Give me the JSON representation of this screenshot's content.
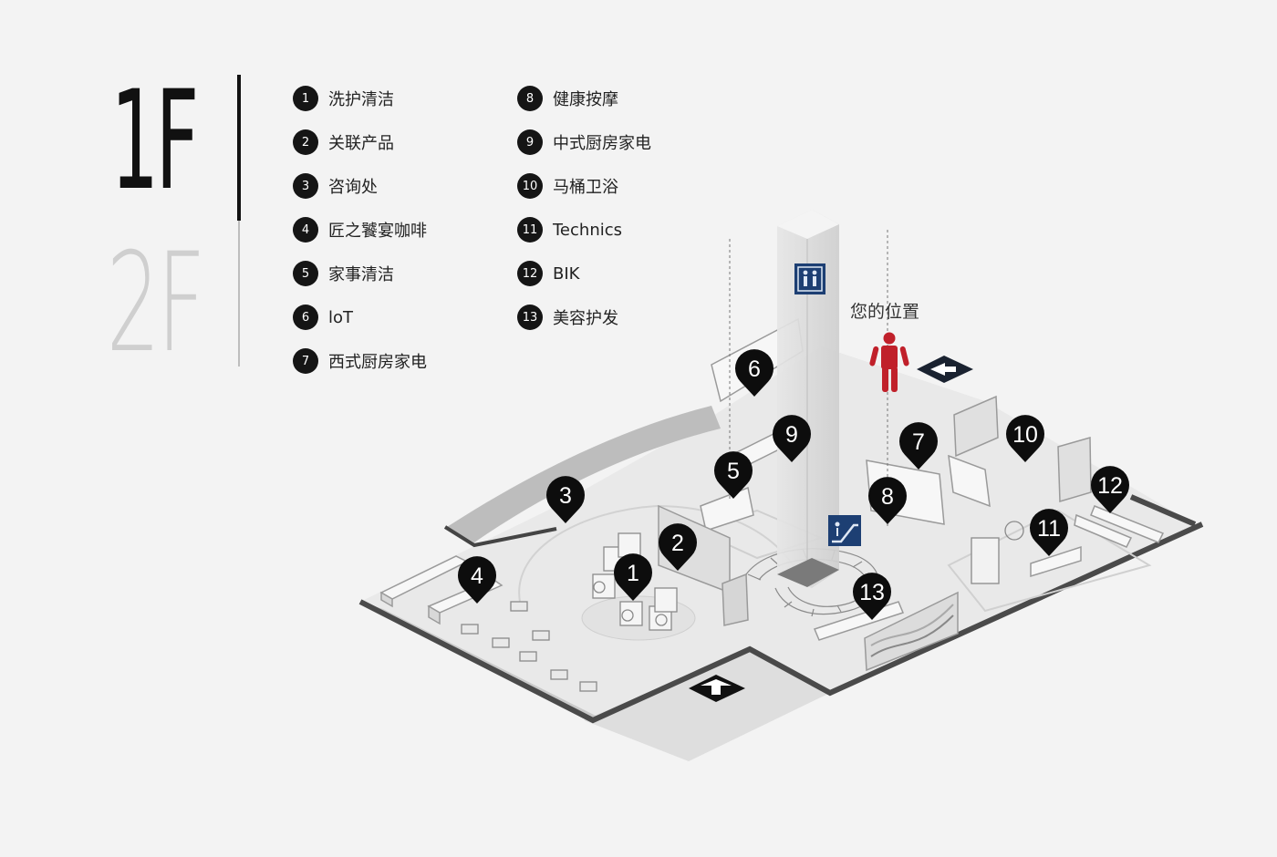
{
  "floors": [
    {
      "label": "1F",
      "active": true
    },
    {
      "label": "2F",
      "active": false
    }
  ],
  "legend": [
    {
      "num": "1",
      "label": "洗护清洁"
    },
    {
      "num": "2",
      "label": "关联产品"
    },
    {
      "num": "3",
      "label": "咨询处"
    },
    {
      "num": "4",
      "label": "匠之饕宴咖啡"
    },
    {
      "num": "5",
      "label": "家事清洁"
    },
    {
      "num": "6",
      "label": "loT"
    },
    {
      "num": "7",
      "label": "西式厨房家电"
    },
    {
      "num": "8",
      "label": "健康按摩"
    },
    {
      "num": "9",
      "label": "中式厨房家电"
    },
    {
      "num": "10",
      "label": "马桶卫浴"
    },
    {
      "num": "11",
      "label": "Technics"
    },
    {
      "num": "12",
      "label": "BIK"
    },
    {
      "num": "13",
      "label": "美容护发"
    }
  ],
  "map": {
    "you_are_here": "您的位置",
    "pins": [
      "1",
      "2",
      "3",
      "4",
      "5",
      "6",
      "7",
      "8",
      "9",
      "10",
      "11",
      "12",
      "13"
    ],
    "icons": [
      "elevator-icon",
      "escalator-icon",
      "entrance-arrow-icon",
      "exit-arrow-icon",
      "person-icon"
    ],
    "colors": {
      "pin": "#0d0d0d",
      "person": "#c0202a",
      "sign": "#1d3f73",
      "wall": "#4a4a4a"
    }
  }
}
